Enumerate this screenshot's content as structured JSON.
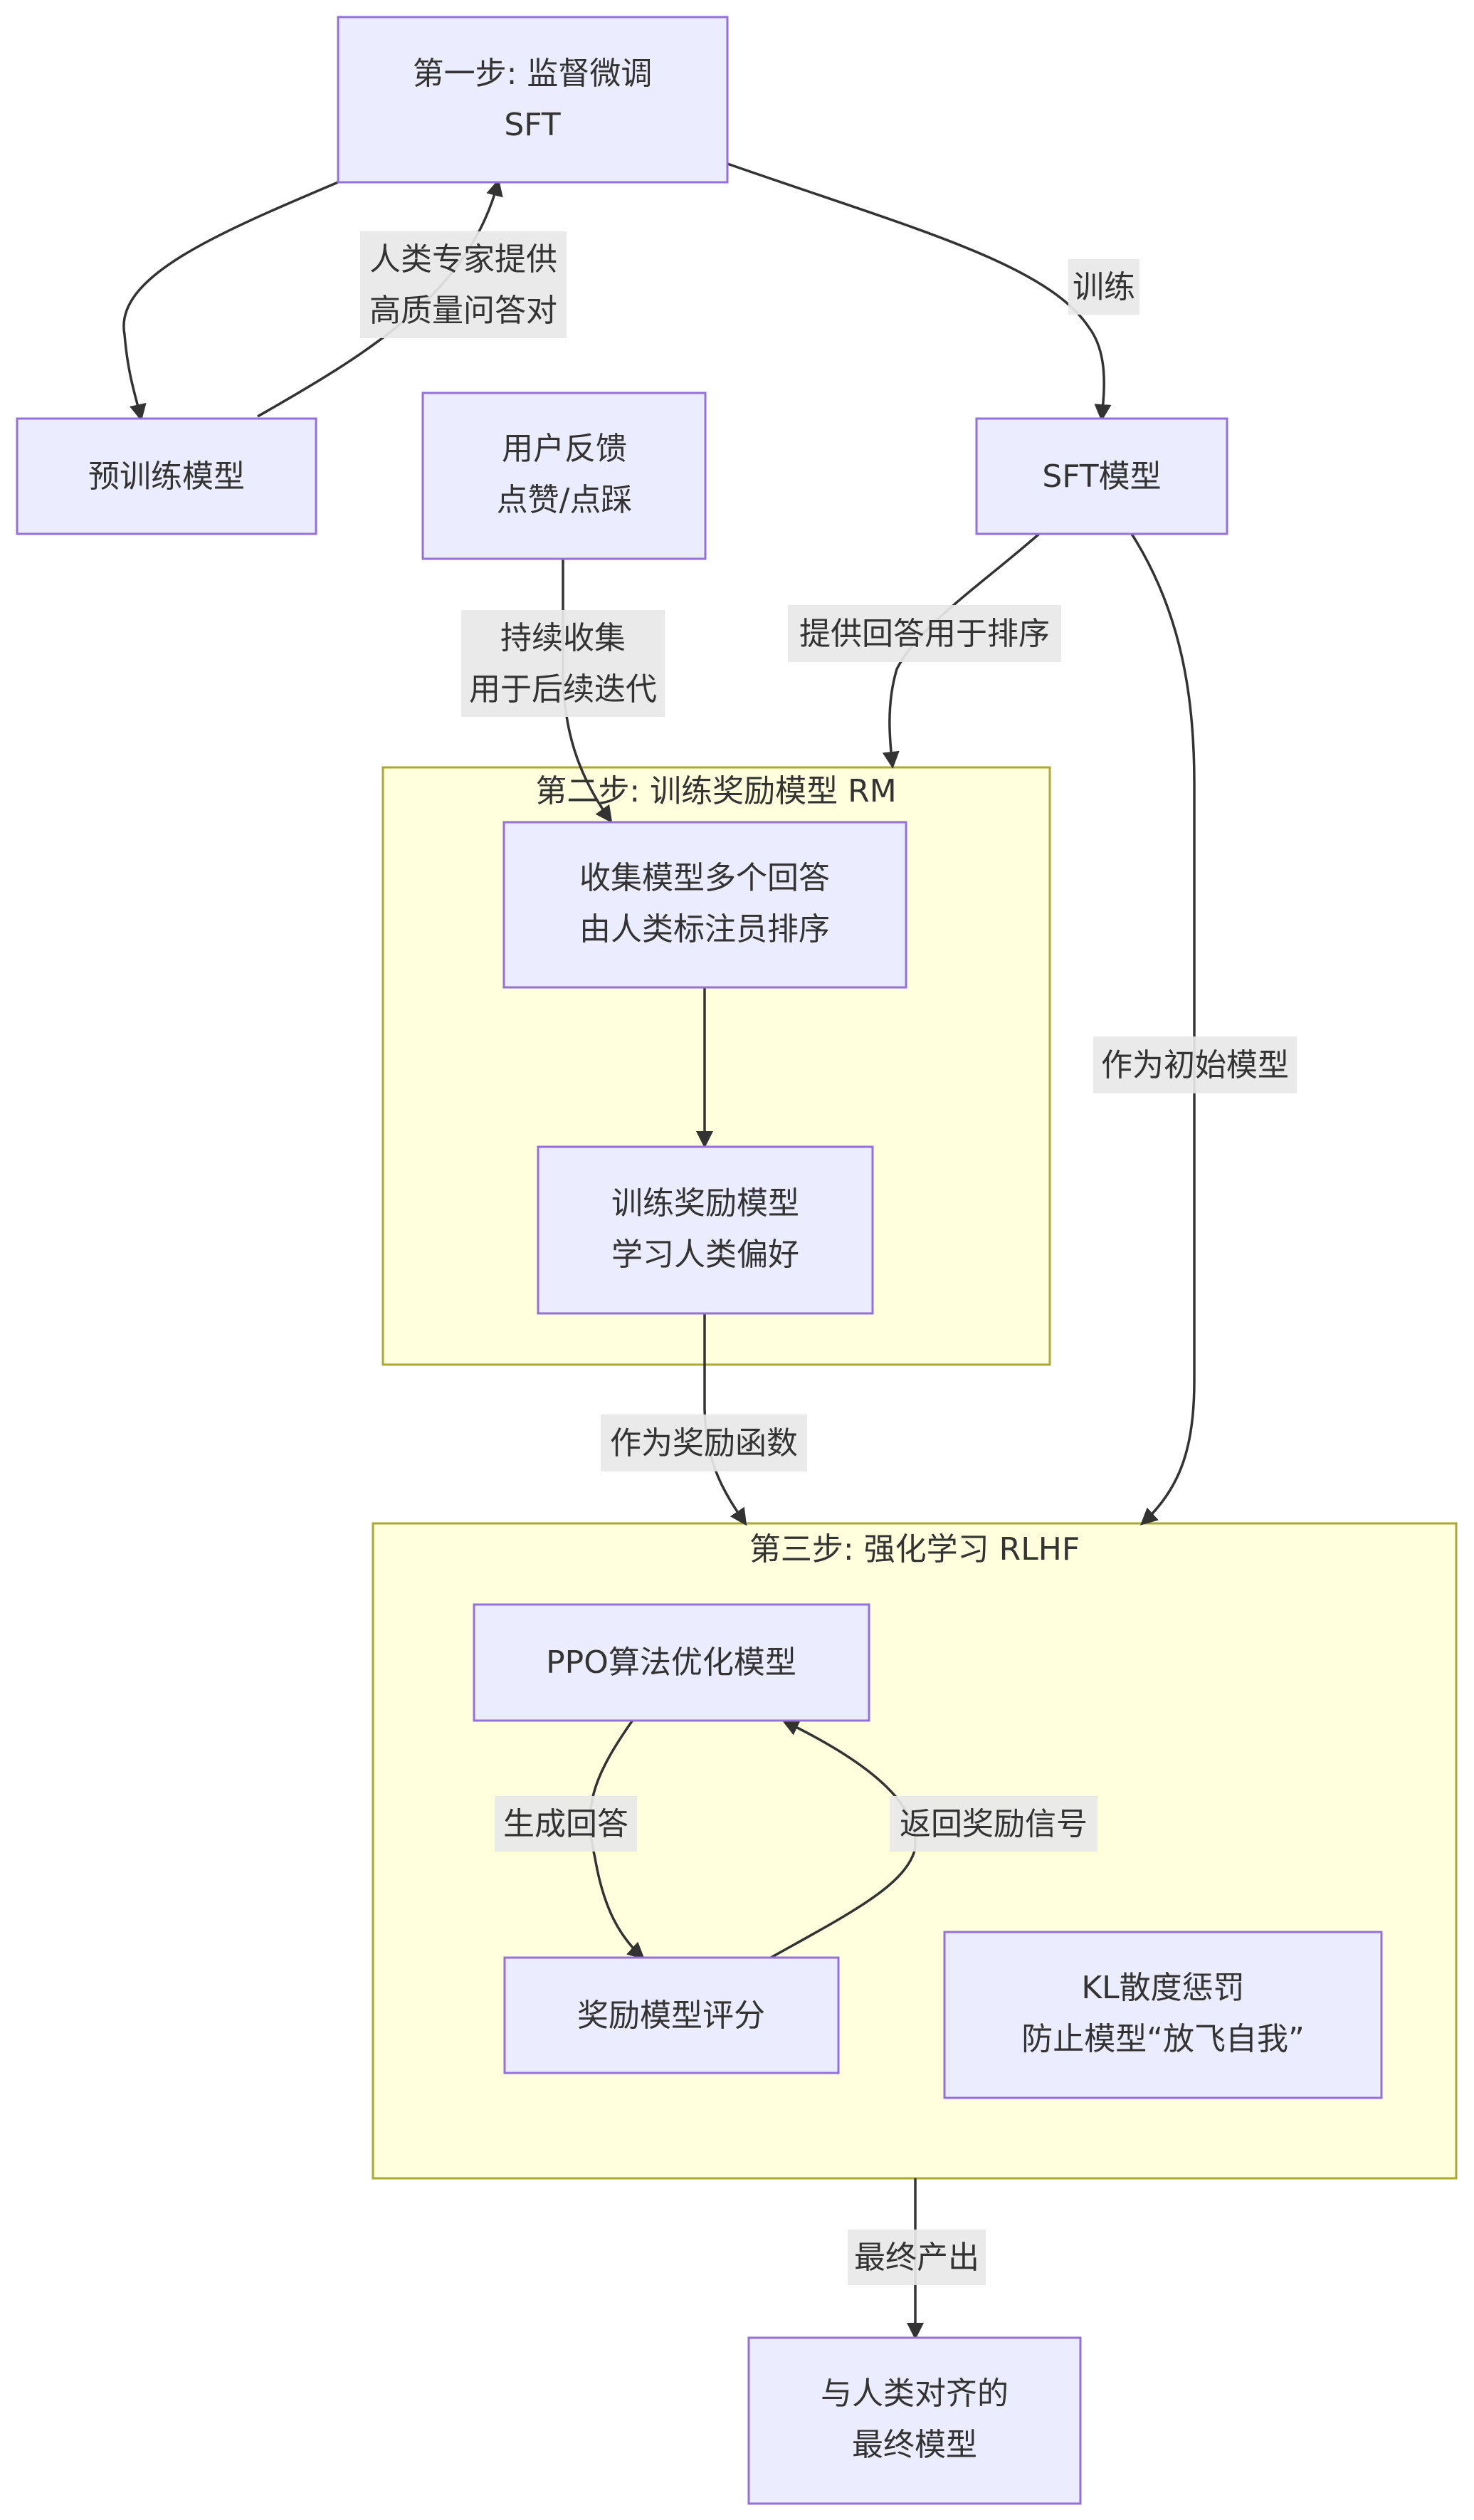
{
  "nodes": {
    "sft_step": {
      "lines": [
        "第一步: 监督微调",
        "SFT"
      ]
    },
    "pretrained": {
      "lines": [
        "预训练模型"
      ]
    },
    "user_feedback": {
      "lines": [
        "用户反馈",
        "点赞/点踩"
      ]
    },
    "sft_model": {
      "lines": [
        "SFT模型"
      ]
    },
    "collect": {
      "lines": [
        "收集模型多个回答",
        "由人类标注员排序"
      ]
    },
    "train_rm": {
      "lines": [
        "训练奖励模型",
        "学习人类偏好"
      ]
    },
    "ppo": {
      "lines": [
        "PPO算法优化模型"
      ]
    },
    "rm_score": {
      "lines": [
        "奖励模型评分"
      ]
    },
    "kl": {
      "lines": [
        "KL散度惩罚",
        "防止模型“放飞自我”"
      ]
    },
    "final": {
      "lines": [
        "与人类对齐的",
        "最终模型"
      ]
    }
  },
  "clusters": {
    "rm": {
      "title": "第二步: 训练奖励模型 RM"
    },
    "rlhf": {
      "title": "第三步: 强化学习 RLHF"
    }
  },
  "edges": {
    "sft_to_pretrained": {
      "lines": []
    },
    "pretrained_to_sft": {
      "lines": [
        "人类专家提供",
        "高质量问答对"
      ]
    },
    "sft_to_sftmodel": {
      "lines": [
        "训练"
      ]
    },
    "sftmodel_to_rm": {
      "lines": [
        "提供回答用于排序"
      ]
    },
    "feedback_to_collect": {
      "lines": [
        "持续收集",
        "用于后续迭代"
      ]
    },
    "collect_to_train": {
      "lines": []
    },
    "train_to_rlhf": {
      "lines": [
        "作为奖励函数"
      ]
    },
    "sftmodel_to_rlhf": {
      "lines": [
        "作为初始模型"
      ]
    },
    "ppo_to_score": {
      "lines": [
        "生成回答"
      ]
    },
    "score_to_ppo": {
      "lines": [
        "返回奖励信号"
      ]
    },
    "rlhf_to_final": {
      "lines": [
        "最终产出"
      ]
    }
  }
}
